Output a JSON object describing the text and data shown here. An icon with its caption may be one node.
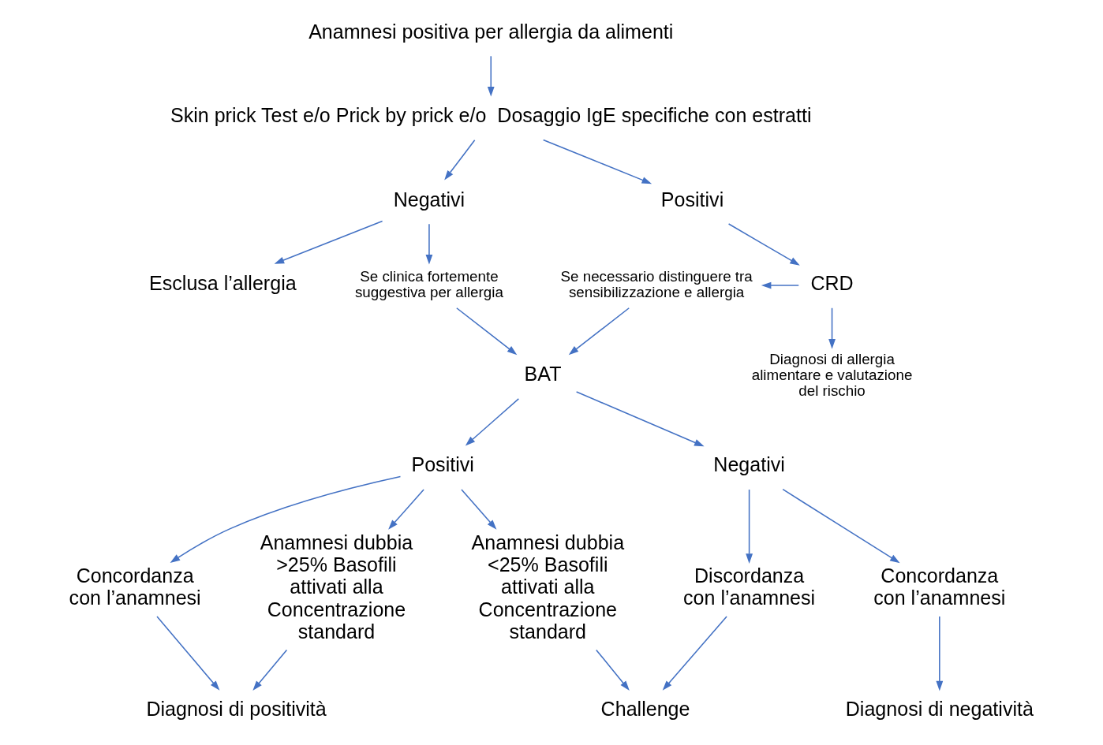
{
  "diagram": {
    "nodes": [
      {
        "text": [
          "Anamnesi positiva per allergia da alimenti"
        ]
      },
      {
        "text": [
          "Skin prick Test e/o Prick by prick e/o  Dosaggio IgE specifiche con estratti"
        ]
      },
      {
        "text": [
          "Negativi"
        ]
      },
      {
        "text": [
          "Positivi"
        ]
      },
      {
        "text": [
          "Esclusa l’allergia"
        ]
      },
      {
        "text": [
          "Se clinica fortemente suggestiva per allergia"
        ]
      },
      {
        "text": [
          "Se necessario distinguere tra sensibilizzazione e allergia"
        ]
      },
      {
        "text": [
          "CRD"
        ]
      },
      {
        "text": [
          "BAT"
        ]
      },
      {
        "text": [
          "Diagnosi di allergia alimentare e valutazione del rischio"
        ]
      },
      {
        "text": [
          "Positivi"
        ]
      },
      {
        "text": [
          "Negativi"
        ]
      },
      {
        "text": [
          "Concordanza con l’anamnesi"
        ]
      },
      {
        "text": [
          "Anamnesi dubbia >25% Basofili attivati alla Concentrazione standard"
        ]
      },
      {
        "text": [
          "Anamnesi dubbia <25% Basofili attivati alla Concentrazione standard"
        ]
      },
      {
        "text": [
          "Discordanza con l’anamnesi"
        ]
      },
      {
        "text": [
          "Concordanza con l’anamnesi"
        ]
      },
      {
        "text": [
          "Diagnosi di positività"
        ]
      },
      {
        "text": [
          "Challenge"
        ]
      },
      {
        "text": [
          "Diagnosi di negatività"
        ]
      }
    ],
    "edges": [
      {
        "from": 0,
        "to": 1,
        "arrow": "to"
      },
      {
        "from": 1,
        "to": 2,
        "arrow": "to"
      },
      {
        "from": 1,
        "to": 3,
        "arrow": "to"
      },
      {
        "from": 2,
        "to": 4,
        "arrow": "to"
      },
      {
        "from": 2,
        "to": 5,
        "arrow": "to"
      },
      {
        "from": 7,
        "to": 6,
        "arrow": "to"
      },
      {
        "from": 3,
        "to": 7,
        "arrow": "to"
      },
      {
        "from": 5,
        "to": 8,
        "arrow": "to"
      },
      {
        "from": 6,
        "to": 8,
        "arrow": "to"
      },
      {
        "from": 7,
        "to": 9,
        "arrow": "to"
      },
      {
        "from": 8,
        "to": 10,
        "arrow": "to"
      },
      {
        "from": 8,
        "to": 11,
        "arrow": "to"
      },
      {
        "from": 10,
        "to": 12,
        "arrow": "to"
      },
      {
        "from": 10,
        "to": 13,
        "arrow": "to"
      },
      {
        "from": 10,
        "to": 14,
        "arrow": "to"
      },
      {
        "from": 11,
        "to": 15,
        "arrow": "to"
      },
      {
        "from": 11,
        "to": 16,
        "arrow": "to"
      },
      {
        "from": 12,
        "to": 17,
        "arrow": "to"
      },
      {
        "from": 13,
        "to": 17,
        "arrow": "to"
      },
      {
        "from": 14,
        "to": 18,
        "arrow": "to"
      },
      {
        "from": 15,
        "to": 18,
        "arrow": "to"
      },
      {
        "from": 16,
        "to": 19,
        "arrow": "to"
      }
    ]
  }
}
